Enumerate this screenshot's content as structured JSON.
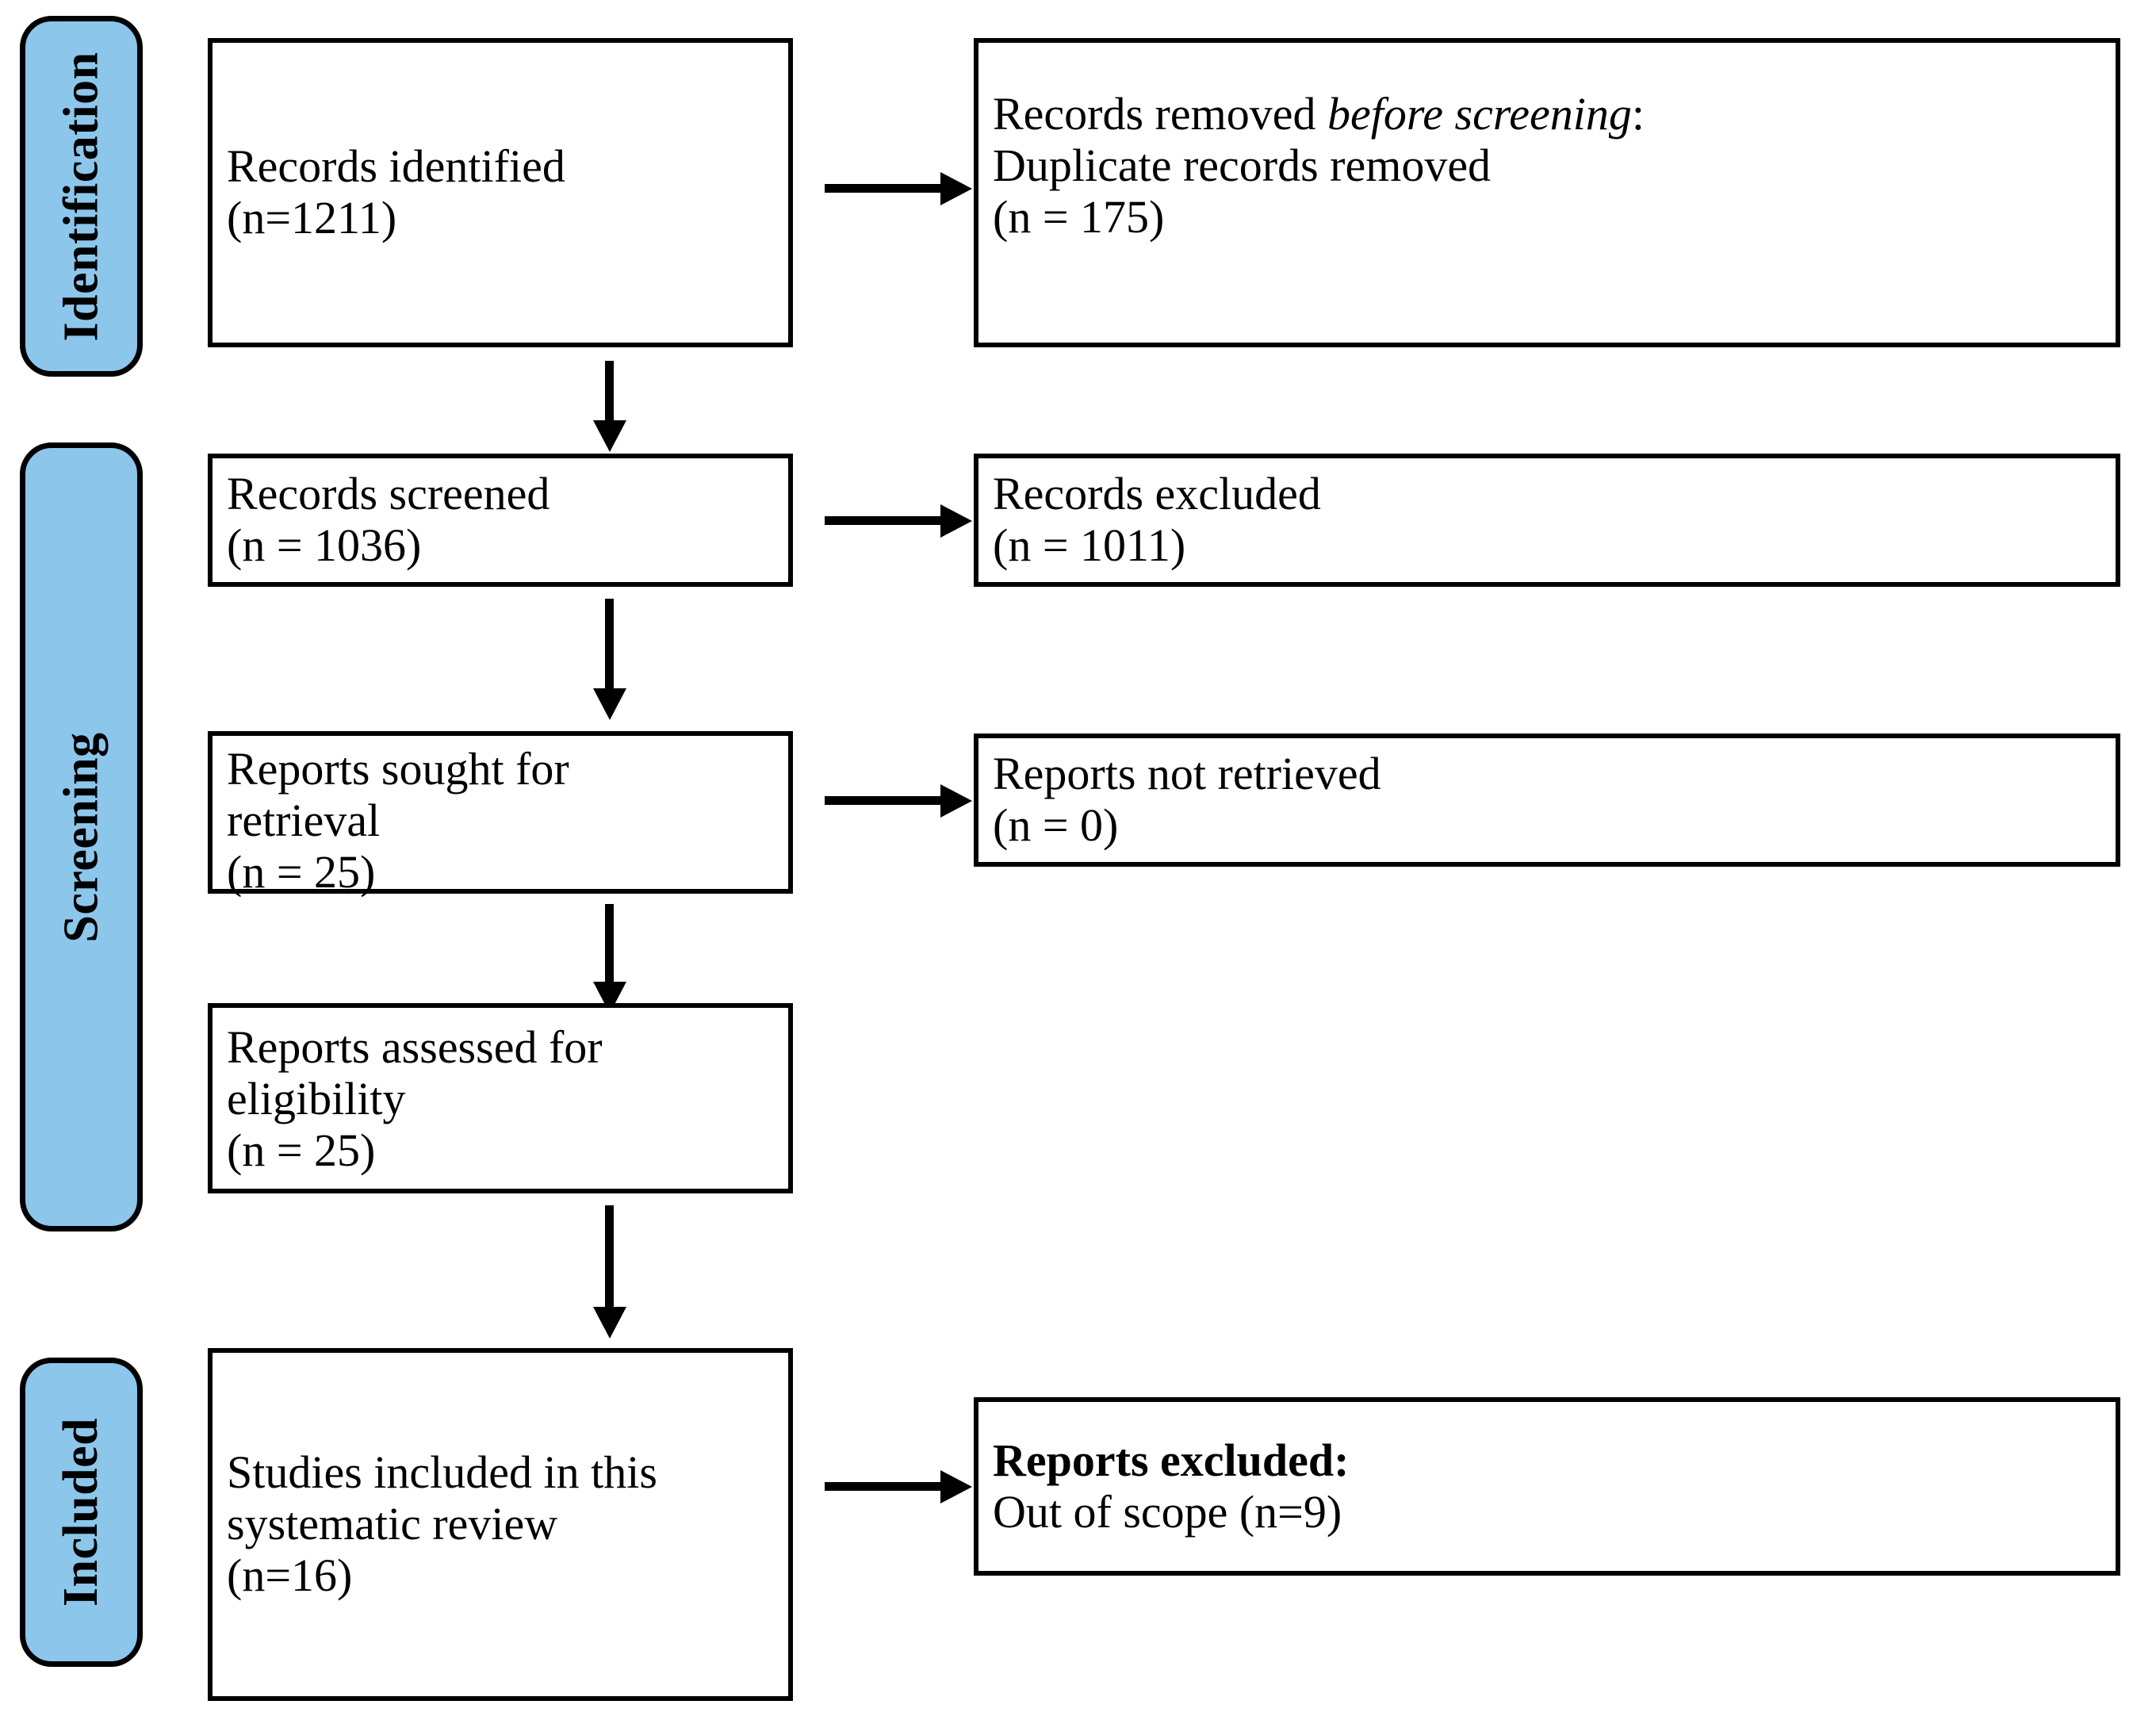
{
  "diagram": {
    "title": "PRISMA flow diagram",
    "accent_color": "#8CC6EB",
    "line_color": "#000000",
    "background_color": "#FFFFFF",
    "phases": [
      {
        "id": "identification",
        "label": "Identification"
      },
      {
        "id": "screening",
        "label": "Screening"
      },
      {
        "id": "included",
        "label": "Included"
      }
    ],
    "boxes": {
      "records_identified": {
        "line1": "Records identified",
        "line2": "(n=1211)"
      },
      "records_removed": {
        "line1_prefix": "Records removed ",
        "line1_italic": "before screening",
        "line1_suffix": ":",
        "line2": "Duplicate records removed",
        "line3": "(n = 175)"
      },
      "records_screened": {
        "line1": "Records screened",
        "line2": "(n = 1036)"
      },
      "records_excluded": {
        "line1": "Records excluded",
        "line2": "(n = 1011)"
      },
      "reports_sought": {
        "line1": "Reports sought for",
        "line2": "retrieval",
        "line3": "(n = 25)"
      },
      "reports_not_retrieved": {
        "line1": "Reports not retrieved",
        "line2": "(n = 0)"
      },
      "reports_assessed": {
        "line1": "Reports assessed for",
        "line2": "eligibility",
        "line3": "(n = 25)"
      },
      "studies_included": {
        "line1": "Studies included in this",
        "line2": "systematic review",
        "line3": "(n=16)"
      },
      "reports_excluded": {
        "line1": "Reports excluded:",
        "line2": "Out of scope (n=9)"
      }
    },
    "counts": {
      "records_identified": 1211,
      "duplicate_records_removed": 175,
      "records_screened": 1036,
      "records_excluded": 1011,
      "reports_sought_for_retrieval": 25,
      "reports_not_retrieved": 0,
      "reports_assessed_for_eligibility": 25,
      "studies_included": 16,
      "reports_excluded_out_of_scope": 9
    }
  }
}
